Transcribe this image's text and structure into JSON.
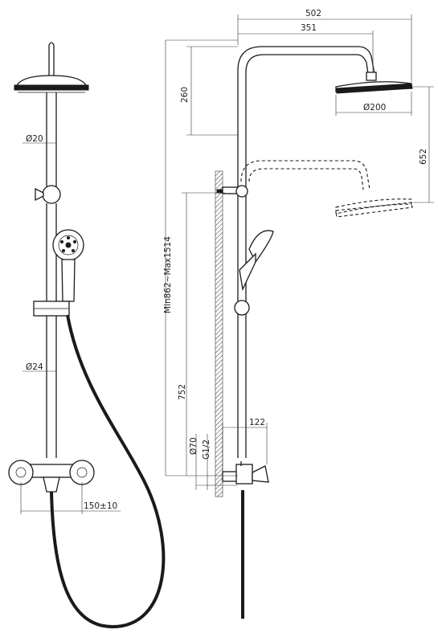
{
  "front_view": {
    "pipe_diameter_upper": "Ø20",
    "pipe_diameter_lower": "Ø24",
    "valve_spacing": "150±10"
  },
  "side_view": {
    "total_projection": "502",
    "arm_projection": "351",
    "arm_height": "260",
    "head_diameter": "Ø200",
    "head_drop": "652",
    "height_range": "Min862~Max1514",
    "bar_height": "752",
    "inlet_diameter": "Ø70",
    "thread_size": "G1/2",
    "valve_depth": "122"
  },
  "colors": {
    "line": "#1a1a1a",
    "background": "#ffffff"
  }
}
